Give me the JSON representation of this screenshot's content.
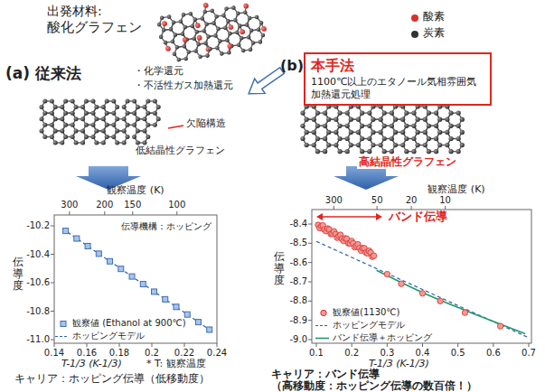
{
  "diagram": {
    "nodes": [
      {
        "text": [
          "本手法",
          "1100℃以上のエタノール気相雰囲気 加熱還元処理"
        ]
      }
    ],
    "labels": [
      "出発材料:",
      "酸化グラフェン",
      "(a) 従来法",
      "・化学還元",
      "・不活性ガス加熱還元",
      "欠陥構造",
      "低結晶性グラフェン",
      "(b)",
      "高結晶性グラフェン",
      "観察温度 (K)",
      "300",
      "200",
      "150",
      "100",
      "伝導度",
      "-10.2",
      "-10.4",
      "-10.6",
      "-10.8",
      "-11.0",
      "0.14",
      "0.16",
      "0.18",
      "0.2",
      "0.22",
      "0.24",
      "T-1/3 (K-1/3)",
      "* T: 観察温度",
      "伝導機構：ホッピング",
      "キャリア：ホッピング伝導（低移動度）",
      "観察温度 (K)",
      "300",
      "50",
      "20",
      "10",
      "伝導度",
      "-8.4",
      "-8.5",
      "-8.6",
      "-8.7",
      "-8.8",
      "-8.9",
      "-9.0",
      "0.1",
      "0.2",
      "0.3",
      "0.4",
      "0.5",
      "0.6",
      "0.7",
      "T-1/3 (K-1/3)",
      "バンド伝導",
      "キャリア：バンド伝導",
      "（高移動度：ホッピング伝導の数百倍！）"
    ],
    "legend": [
      {
        "text": "酸素",
        "color": "#d9302c"
      },
      {
        "text": "炭素",
        "color": "#333333"
      },
      {
        "text": "観察値 (Ethanol at 900℃)"
      },
      {
        "text": "ホッピングモデル"
      },
      {
        "text": "観察値(1130℃)"
      },
      {
        "text": "ホッピングモデル"
      },
      {
        "text": "バンド伝導＋ホッピング"
      }
    ]
  }
}
